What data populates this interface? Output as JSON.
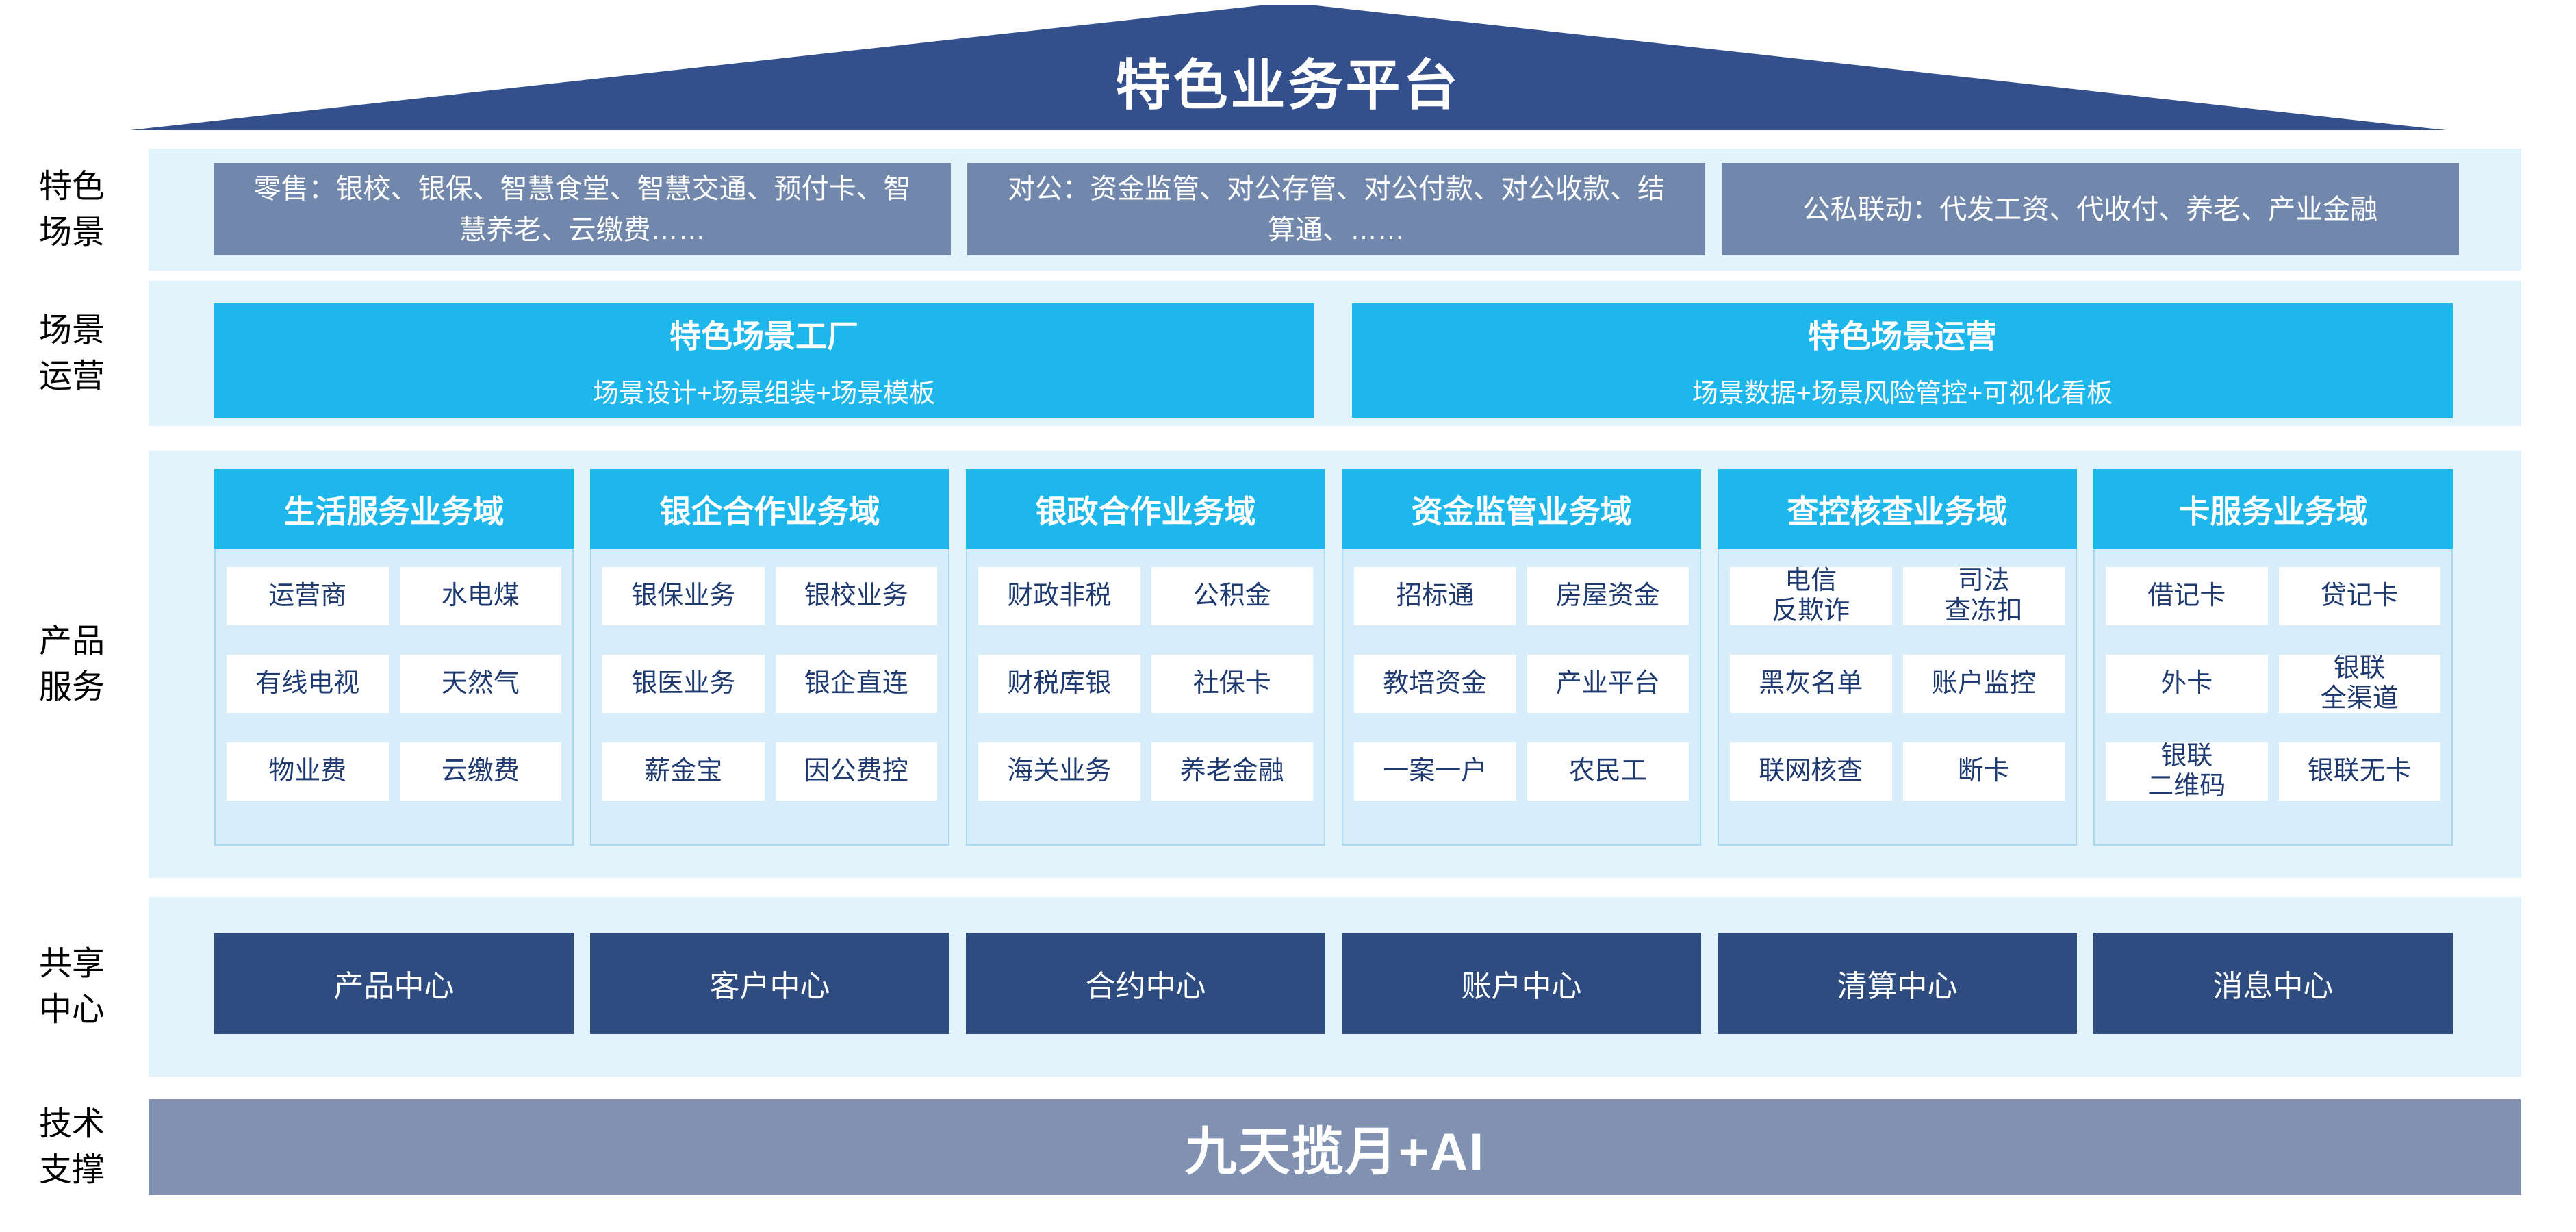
{
  "colors": {
    "roof_navy": "#33508c",
    "cyan": "#1eb7ec",
    "panel_blue": "#e3f3fc",
    "scene_box_blue": "#7187ac",
    "center_navy": "#2e4c80",
    "tech_bar_blue": "#8191b2",
    "cell_text_navy": "#1e3a70"
  },
  "roof": {
    "title": "特色业务平台"
  },
  "side_labels": [
    {
      "text": "特色\n场景"
    },
    {
      "text": "场景\n运营"
    },
    {
      "text": "产品\n服务"
    },
    {
      "text": "共享\n中心"
    },
    {
      "text": "技术\n支撑"
    }
  ],
  "scene_row": {
    "boxes": [
      {
        "text": "零售：银校、银保、智慧食堂、智慧交通、预付卡、智慧养老、云缴费……"
      },
      {
        "text": "对公：资金监管、对公存管、对公付款、对公收款、结算通、……"
      },
      {
        "text": "公私联动：代发工资、代收付、养老、产业金融"
      }
    ]
  },
  "ops_row": {
    "boxes": [
      {
        "title": "特色场景工厂",
        "subtitle": "场景设计+场景组装+场景模板"
      },
      {
        "title": "特色场景运营",
        "subtitle": "场景数据+场景风险管控+可视化看板"
      }
    ]
  },
  "product_row": {
    "columns": [
      {
        "header": "生活服务业务域",
        "cells": [
          "运营商",
          "水电煤",
          "有线电视",
          "天然气",
          "物业费",
          "云缴费"
        ]
      },
      {
        "header": "银企合作业务域",
        "cells": [
          "银保业务",
          "银校业务",
          "银医业务",
          "银企直连",
          "薪金宝",
          "因公费控"
        ]
      },
      {
        "header": "银政合作业务域",
        "cells": [
          "财政非税",
          "公积金",
          "财税库银",
          "社保卡",
          "海关业务",
          "养老金融"
        ]
      },
      {
        "header": "资金监管业务域",
        "cells": [
          "招标通",
          "房屋资金",
          "教培资金",
          "产业平台",
          "一案一户",
          "农民工"
        ]
      },
      {
        "header": "查控核查业务域",
        "cells": [
          "电信\n反欺诈",
          "司法\n查冻扣",
          "黑灰名单",
          "账户监控",
          "联网核查",
          "断卡"
        ]
      },
      {
        "header": "卡服务业务域",
        "cells": [
          "借记卡",
          "贷记卡",
          "外卡",
          "银联\n全渠道",
          "银联\n二维码",
          "银联无卡"
        ]
      }
    ]
  },
  "share_row": {
    "boxes": [
      {
        "label": "产品中心"
      },
      {
        "label": "客户中心"
      },
      {
        "label": "合约中心"
      },
      {
        "label": "账户中心"
      },
      {
        "label": "清算中心"
      },
      {
        "label": "消息中心"
      }
    ]
  },
  "tech_row": {
    "label": "九天揽月+AI"
  }
}
